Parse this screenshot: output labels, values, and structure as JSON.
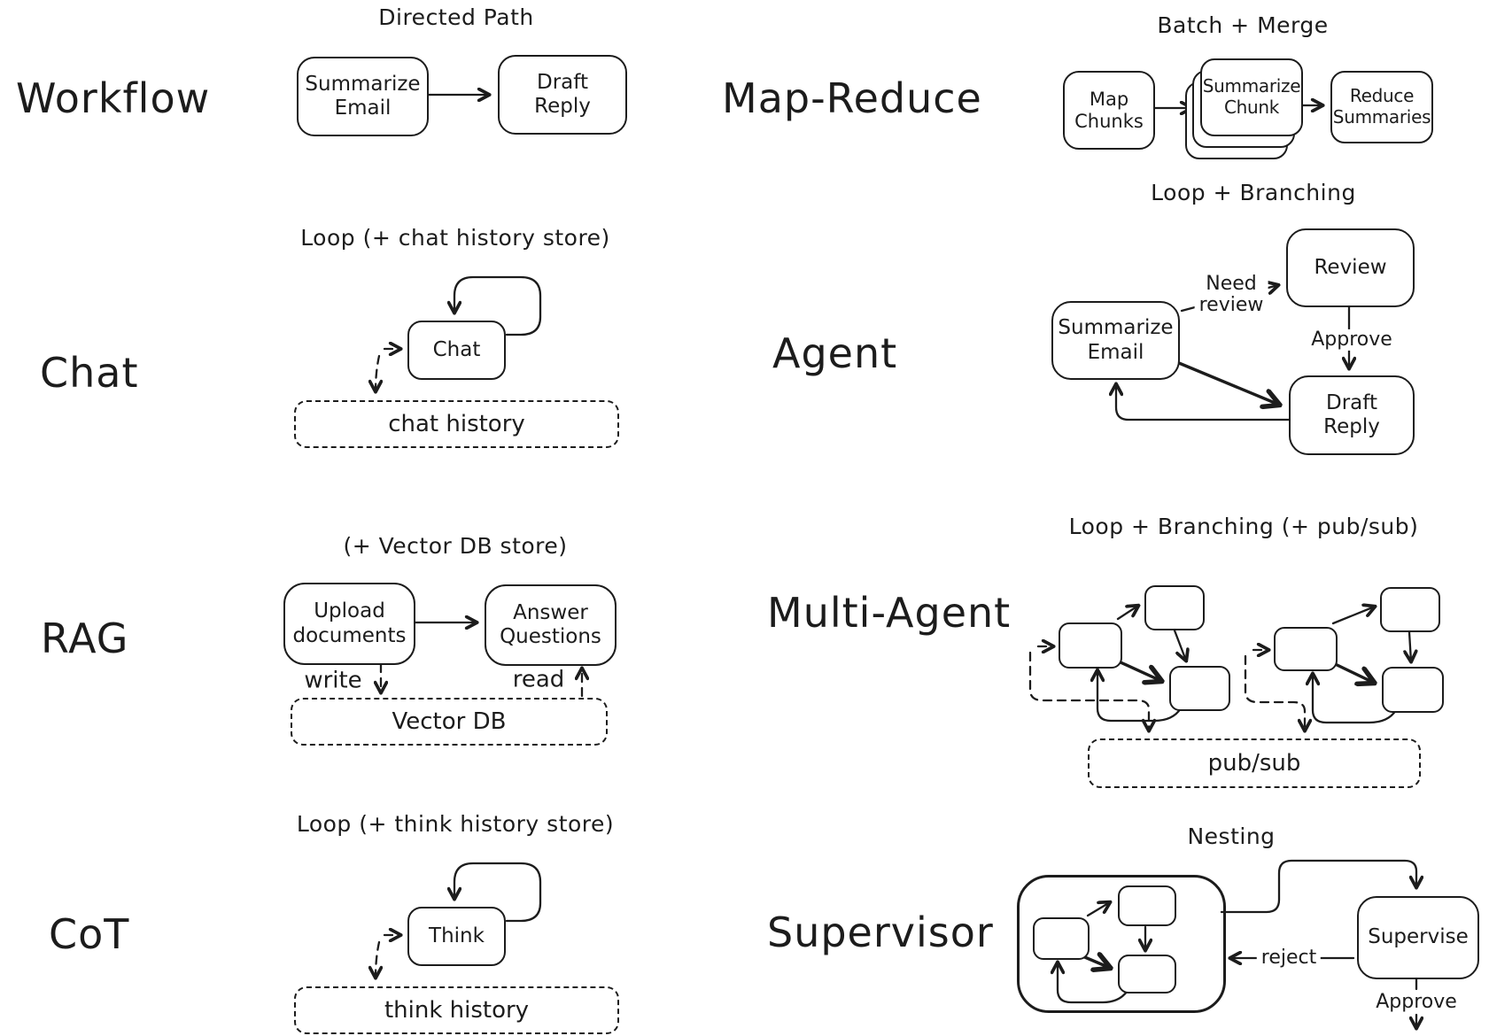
{
  "colors": {
    "ink": "#1c1c1c",
    "background": "#ffffff"
  },
  "patterns": {
    "workflow": {
      "label": "Workflow",
      "title": "Directed Path",
      "node_summarize": "Summarize\nEmail",
      "node_draft": "Draft\nReply"
    },
    "mapreduce": {
      "label": "Map-Reduce",
      "title": "Batch + Merge",
      "node_map": "Map\nChunks",
      "node_chunk": "Summarize\nChunk",
      "node_reduce": "Reduce\nSummaries"
    },
    "chat": {
      "label": "Chat",
      "title": "Loop (+ chat history store)",
      "node_chat": "Chat",
      "store": "chat history"
    },
    "agent": {
      "label": "Agent",
      "title": "Loop + Branching",
      "node_summarize": "Summarize\nEmail",
      "node_review": "Review",
      "node_draft": "Draft\nReply",
      "edge_need_review": "Need\nreview",
      "edge_approve": "Approve"
    },
    "rag": {
      "label": "RAG",
      "title": "(+ Vector DB store)",
      "node_upload": "Upload\ndocuments",
      "node_answer": "Answer\nQuestions",
      "edge_write": "write",
      "edge_read": "read",
      "store": "Vector DB"
    },
    "multiagent": {
      "label": "Multi-Agent",
      "title": "Loop + Branching (+ pub/sub)",
      "store": "pub/sub"
    },
    "cot": {
      "label": "CoT",
      "title": "Loop (+ think history store)",
      "node_think": "Think",
      "store": "think history"
    },
    "supervisor": {
      "label": "Supervisor",
      "title": "Nesting",
      "node_supervise": "Supervise",
      "edge_reject": "reject",
      "edge_approve": "Approve"
    }
  }
}
